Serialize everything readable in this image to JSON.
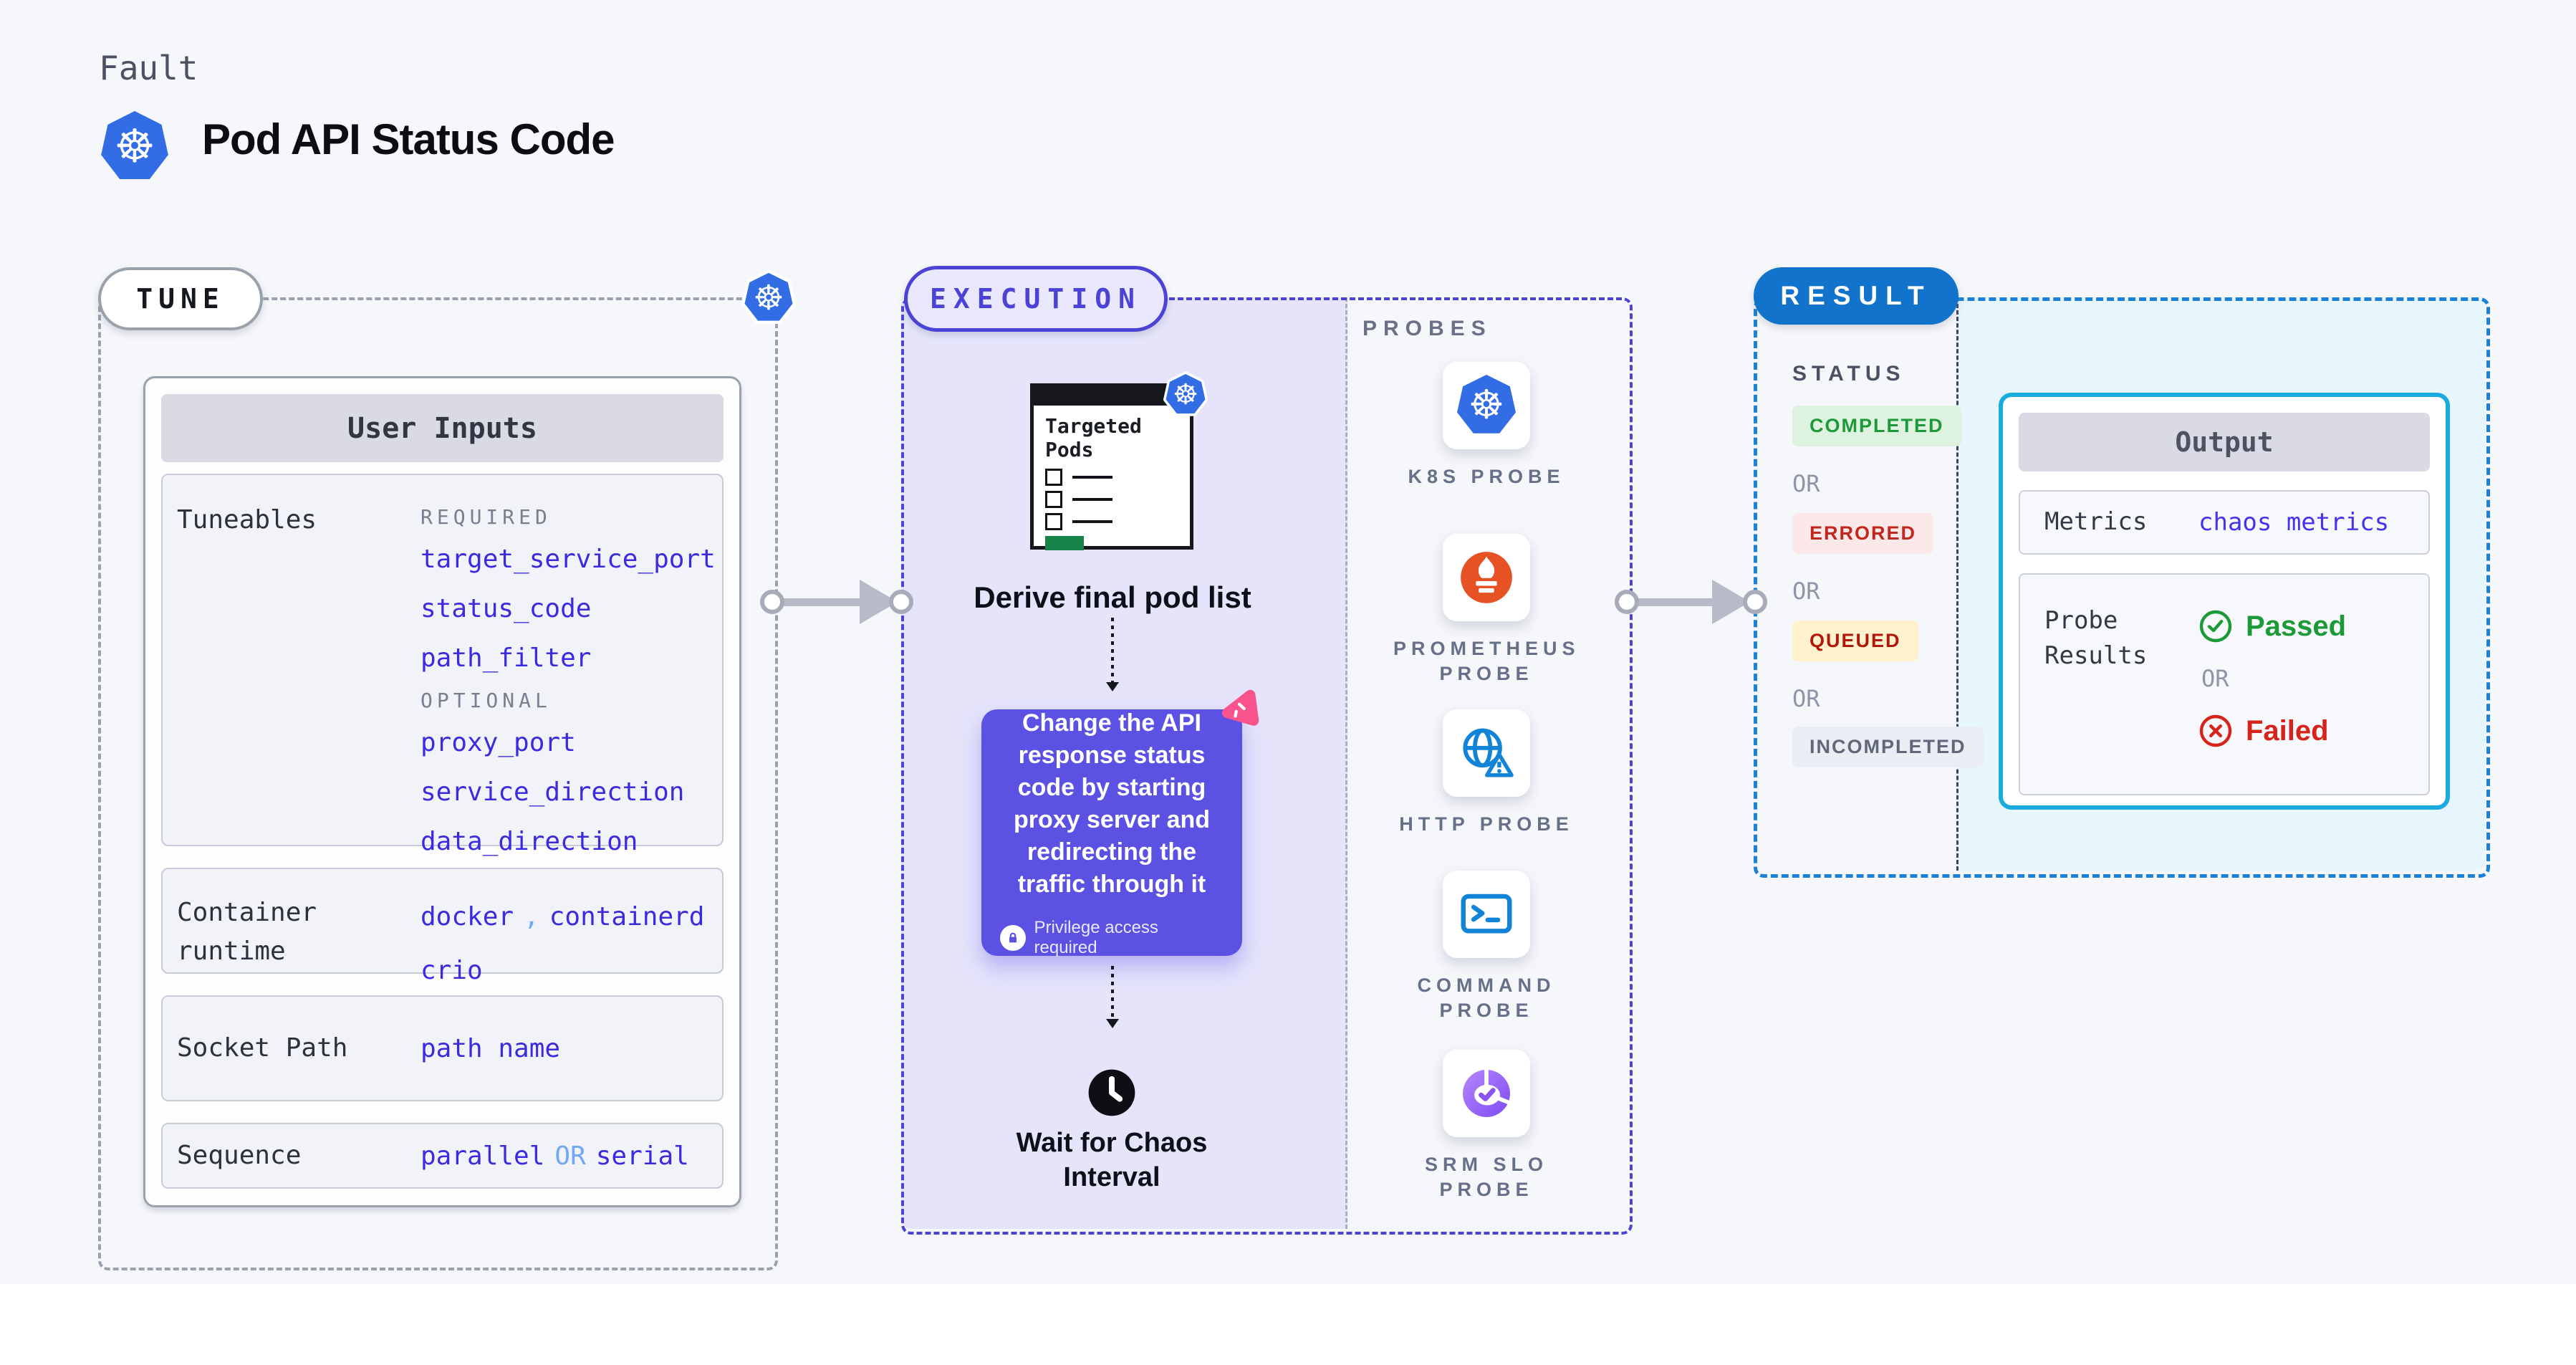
{
  "colors": {
    "page_bg": "#f6f7fb",
    "indigo_accent": "#4a43d6",
    "lavender_fill": "#e5e4fb",
    "action_purple": "#5b51e3",
    "kubernetes_blue": "#326de6",
    "prometheus_orange": "#e75225",
    "result_blue": "#1173cb",
    "cyan_border": "#19abdd",
    "cyan_fill": "#e7f5fc",
    "value_blue": "#3a2be0",
    "light_blue": "#6fa9f8",
    "passed_green": "#1c9a38",
    "failed_red": "#d6241b",
    "pink": "#f8538c"
  },
  "icons": {
    "kubernetes-icon": "blue heptagon with white helm wheel ☸",
    "prometheus-icon": "orange circle with white flame",
    "globe-alert-icon": "blue globe with warning triangle",
    "terminal-icon": "blue terminal window >_",
    "slo-pie-icon": "purple pie chart with white check",
    "clock-icon": "black clock face",
    "lock-icon": "white circle with purple padlock",
    "chaos-pink-icon": "pink rounded triangle glyph",
    "check-circle-icon": "green circled check",
    "x-circle-icon": "red circled x"
  },
  "header": {
    "kicker": "Fault",
    "title": "Pod API Status Code"
  },
  "tune": {
    "pill_label": "TUNE",
    "card": {
      "title": "User Inputs",
      "tuneables": {
        "label": "Tuneables",
        "required_tag": "REQUIRED",
        "required_values": [
          "target_service_port",
          "status_code",
          "path_filter"
        ],
        "optional_tag": "OPTIONAL",
        "optional_values": [
          "proxy_port",
          "service_direction",
          "data_direction"
        ]
      },
      "container_runtime": {
        "label": "Container runtime",
        "value1": "docker",
        "separator": ",",
        "value2": "containerd",
        "value3": "crio"
      },
      "socket_path": {
        "label": "Socket Path",
        "value": "path name"
      },
      "sequence": {
        "label": "Sequence",
        "value1": "parallel",
        "or": "OR",
        "value2": "serial"
      }
    }
  },
  "execution": {
    "pill_label": "EXECUTION",
    "targeted_pods_title": "Targeted Pods",
    "derive_label": "Derive final pod list",
    "action_text": "Change the API response status code by starting proxy server and redirecting the traffic through it",
    "privilege_note": "Privilege access required",
    "wait_label": "Wait for Chaos Interval"
  },
  "probes": {
    "title": "PROBES",
    "items": [
      {
        "name": "K8S PROBE",
        "icon": "kubernetes-icon"
      },
      {
        "name": "PROMETHEUS PROBE",
        "icon": "prometheus-icon"
      },
      {
        "name": "HTTP PROBE",
        "icon": "globe-alert-icon"
      },
      {
        "name": "COMMAND PROBE",
        "icon": "terminal-icon"
      },
      {
        "name": "SRM SLO PROBE",
        "icon": "slo-pie-icon"
      }
    ]
  },
  "result": {
    "pill_label": "RESULT",
    "status_title": "STATUS",
    "or_label": "OR",
    "statuses": [
      {
        "label": "COMPLETED",
        "bg": "#def3df",
        "color": "#1e9939"
      },
      {
        "label": "ERRORED",
        "bg": "#fbe9e9",
        "color": "#c3261d"
      },
      {
        "label": "QUEUED",
        "bg": "#fdf2cd",
        "color": "#b2170c"
      },
      {
        "label": "INCOMPLETED",
        "bg": "#ebedf4",
        "color": "#5f6779"
      }
    ],
    "output": {
      "title": "Output",
      "metrics_label": "Metrics",
      "metrics_value": "chaos metrics",
      "probe_results_label": "Probe Results",
      "passed_label": "Passed",
      "or_label": "OR",
      "failed_label": "Failed"
    }
  }
}
